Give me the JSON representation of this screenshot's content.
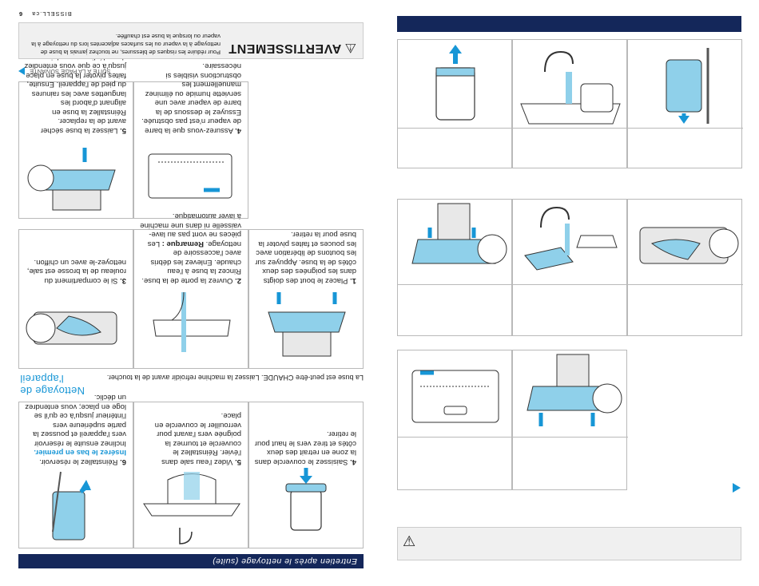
{
  "left": {
    "page_header": {
      "brand": "BISSELL.ca",
      "page_number": "6",
      "section_title": "Entretien après le nettoyage (suite)"
    },
    "warning": {
      "title": "AVERTISSEMENT",
      "text": "Pour réduire les risques de blessures, ne touchez jamais la buse de nettoyage à la vapeur ou les surfaces adjacentes lors du nettoyage à la vapeur ou lorsque la buse est chauffée."
    },
    "continue_note": "SUITE À LA PAGE SUIVANTE",
    "steps_top": [
      {
        "num": "4.",
        "text": "Assurez-vous que la barre de vapeur n'est pas obstruée. Essuyez le dessous de la barre de vapeur avec une serviette humide ou éliminez manuellement les obstructions visibles si nécessaire."
      },
      {
        "num": "5.",
        "text": "Laissez la buse sécher avant de la replacer. Réinstallez la buse en alignant d'abord les languettes avec les rainures du pied de l'appareil. Ensuite, faites pivoter la buse en place jusqu'à ce que vous entendiez deux déclics se produire."
      }
    ],
    "steps_mid": [
      {
        "num": "1.",
        "text": "Placez le bout des doigts dans les poignées des deux côtés de la buse. Appuyez sur les boutons de libération avec les pouces et faites pivoter la buse pour la retirer."
      },
      {
        "num": "2.",
        "text": "Ouvrez la porte de la buse. Rincez la buse à l'eau chaude. Enlevez les débris avec l'accessoire de nettoyage.",
        "note_label": "Remarque :",
        "note": "Les pièces ne vont pas au lave-vaisselle ni dans une machine à laver automatique."
      },
      {
        "num": "3.",
        "text": "Si le compartiment du rouleau de la brosse est sale, nettoyez-le avec un chiffon."
      }
    ],
    "subsection": {
      "title": "Nettoyage de l'appareil",
      "caution": "La buse est peut-être CHAUDE. Laissez la machine refroidir avant de la toucher."
    },
    "steps_bottom": [
      {
        "num": "4.",
        "text": "Saisissez le couvercle dans la zone en retrait des deux côtés et tirez vers le haut pour le retirer."
      },
      {
        "num": "5.",
        "text": "Videz l'eau sale dans l'évier. Réinstallez le couvercle et tournez la poignée vers l'avant pour verrouiller le couvercle en place."
      },
      {
        "num": "6.",
        "text": "Réinstallez le réservoir.",
        "emph": "Insérez le bas en premier.",
        "text2": "Inclinez ensuite le réservoir vers l'appareil et poussez la partie supérieure vers l'intérieur jusqu'à ce qu'il se loge en place; vous entendrez un déclic."
      }
    ]
  },
  "icons": {
    "warning": "warning-triangle-icon",
    "arrow": "arrow-right-icon"
  },
  "colors": {
    "navy": "#14275a",
    "accent": "#1796d6",
    "warning_bg": "#f0f0f0",
    "tank_blue": "#8fd0ea"
  }
}
